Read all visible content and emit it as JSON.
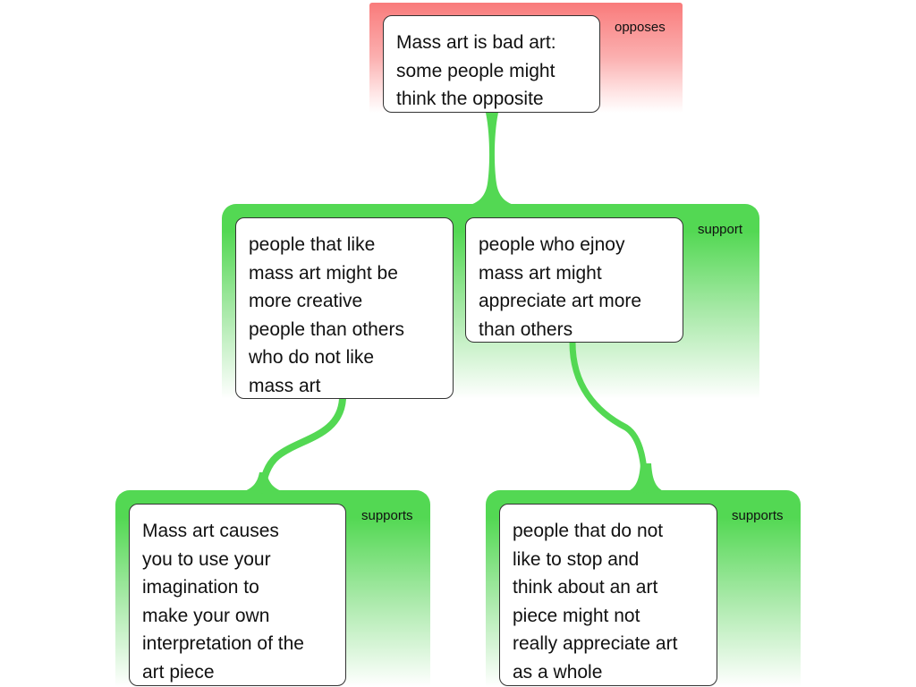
{
  "relations": {
    "root": "opposes",
    "level2": "support",
    "level3_left": "supports",
    "level3_right": "supports"
  },
  "nodes": {
    "root": "Mass art is bad art:\nsome people might\nthink the opposite",
    "creative": "people that like\nmass art might be\nmore creative\npeople than others\nwho do not like\nmass art",
    "enjoy": "people who ejnoy\nmass art might\nappreciate art more\nthan others",
    "imagination": "Mass art causes\nyou to use your\nimagination to\nmake your own\ninterpretation of the\nart piece",
    "stop_think": "people that do not\nlike to stop and\nthink about an art\npiece might not\nreally appreciate art\nas a whole"
  },
  "colors": {
    "oppose": "#f97b7b",
    "support": "#53d853"
  }
}
